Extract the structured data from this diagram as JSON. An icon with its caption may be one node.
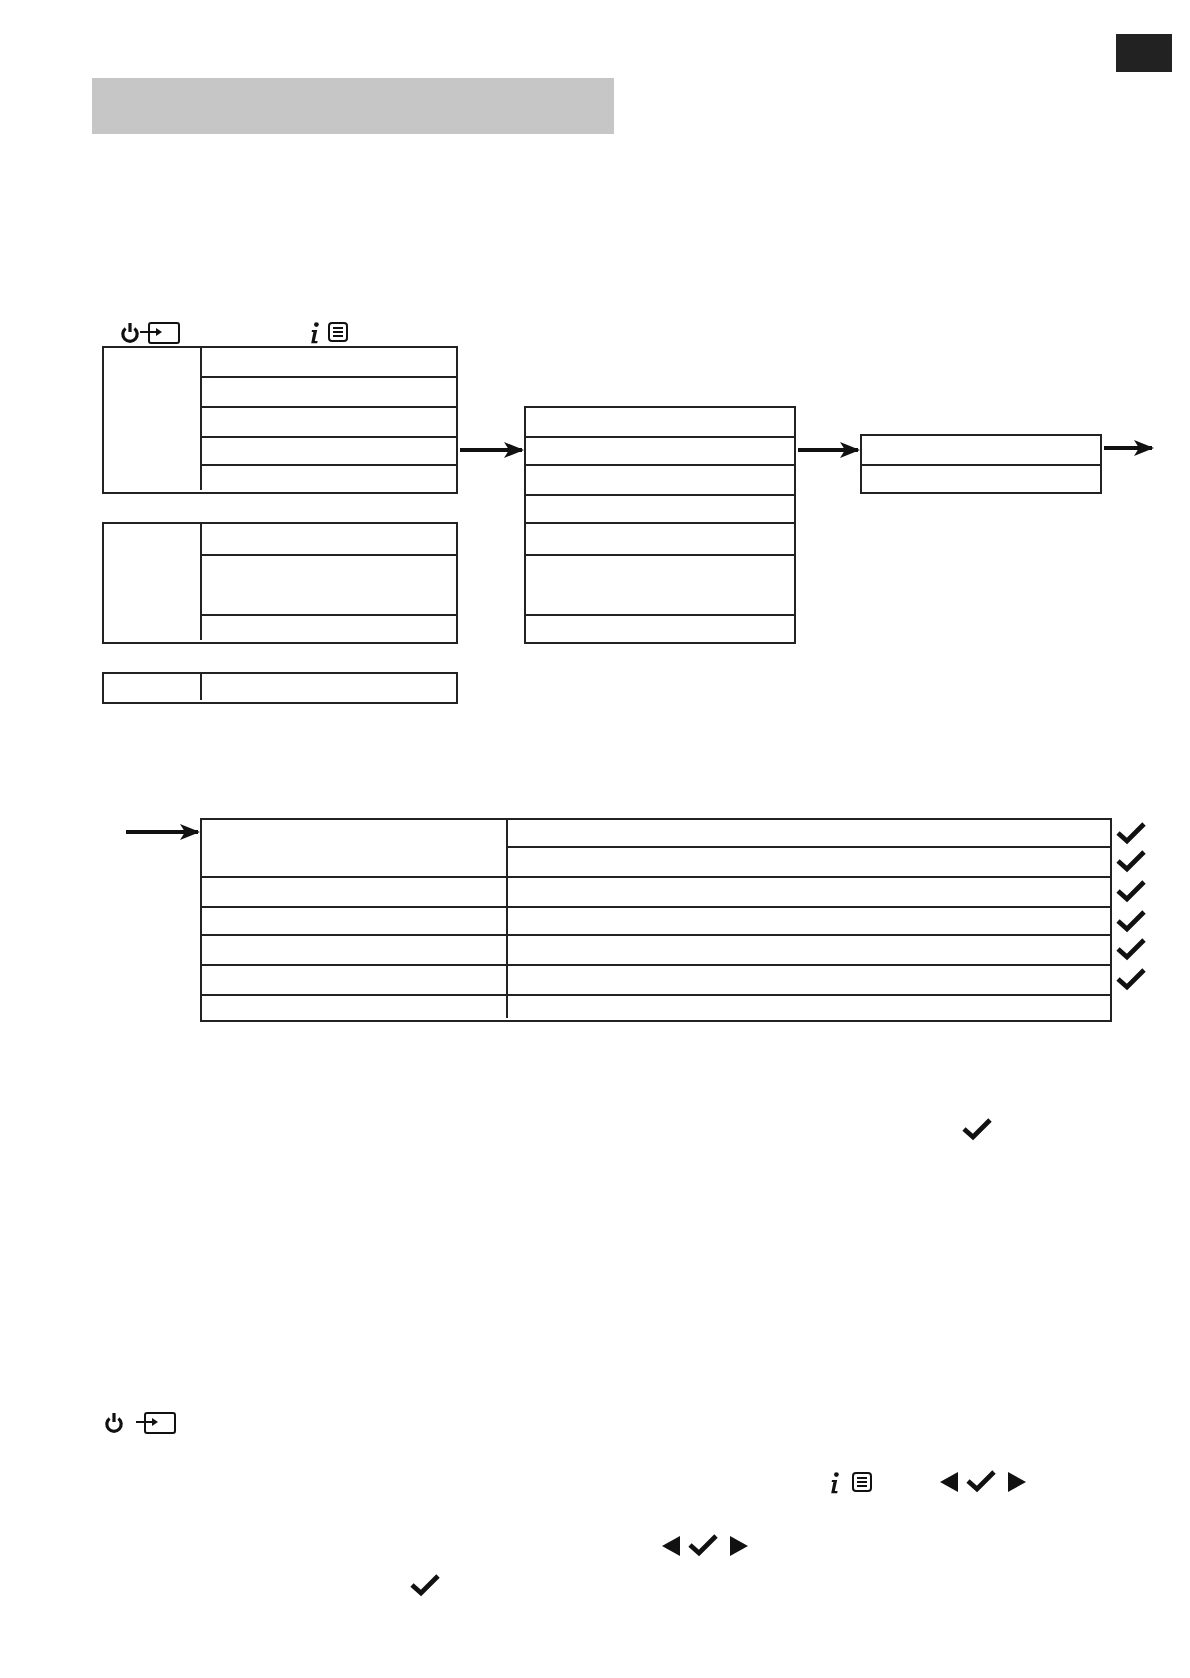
{
  "diagram": {
    "nodes": [
      {
        "text": [],
        "shape": "box"
      },
      {
        "text": [],
        "shape": "box"
      },
      {
        "text": [],
        "shape": "box"
      },
      {
        "text": [],
        "shape": "box"
      },
      {
        "text": [],
        "shape": "box"
      },
      {
        "text": [],
        "shape": "box"
      }
    ],
    "edges": [
      {
        "from": 0,
        "to": 3,
        "arrow": "to"
      },
      {
        "from": 3,
        "to": 4,
        "arrow": "to"
      },
      {
        "from": 4,
        "to": null,
        "arrow": "to"
      },
      {
        "from": null,
        "to": 5,
        "arrow": "to"
      }
    ]
  }
}
